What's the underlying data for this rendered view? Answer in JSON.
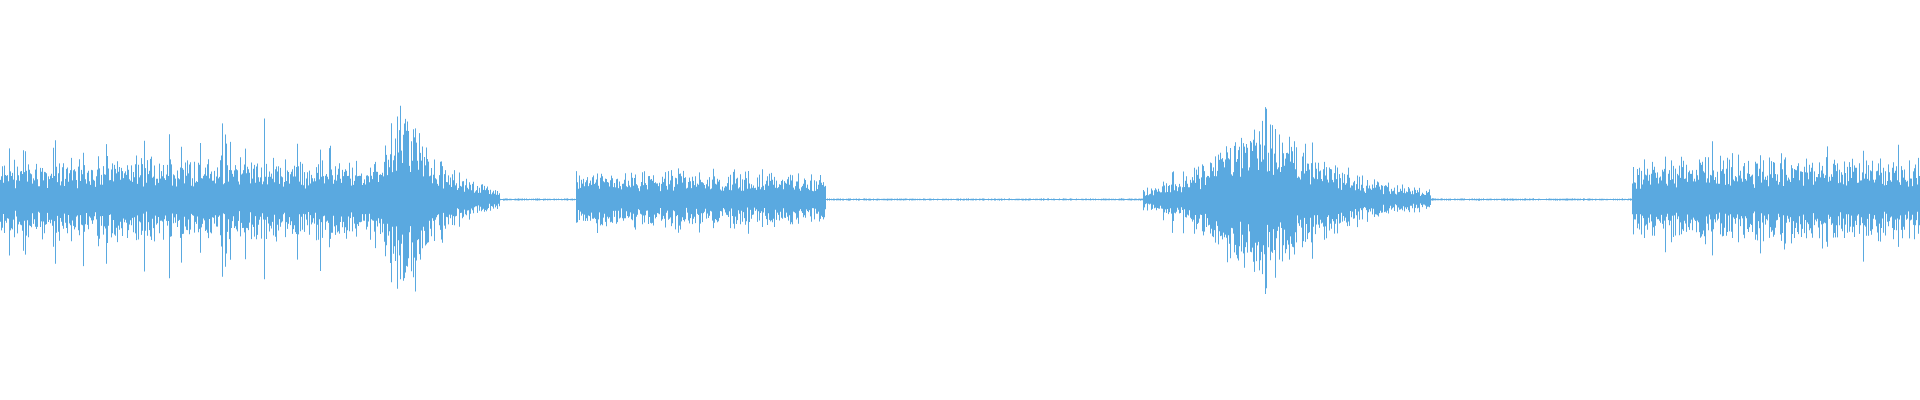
{
  "waveform": {
    "color": "#5aa9e0",
    "background": "#ffffff",
    "type": "audio-waveform",
    "segments": [
      {
        "start": 0.0,
        "end": 0.19,
        "amplitude": 0.2,
        "peak": 0.36,
        "envelope": "sustained"
      },
      {
        "start": 0.19,
        "end": 0.26,
        "amplitude": 0.45,
        "peak": 0.5,
        "envelope": "burst-decay"
      },
      {
        "start": 0.3,
        "end": 0.43,
        "amplitude": 0.13,
        "peak": 0.16,
        "envelope": "sustained"
      },
      {
        "start": 0.595,
        "end": 0.62,
        "amplitude": 0.12,
        "peak": 0.2,
        "envelope": "ramp"
      },
      {
        "start": 0.62,
        "end": 0.745,
        "amplitude": 0.42,
        "peak": 0.5,
        "envelope": "burst-decay"
      },
      {
        "start": 0.85,
        "end": 1.0,
        "amplitude": 0.2,
        "peak": 0.28,
        "envelope": "sustained"
      }
    ]
  }
}
